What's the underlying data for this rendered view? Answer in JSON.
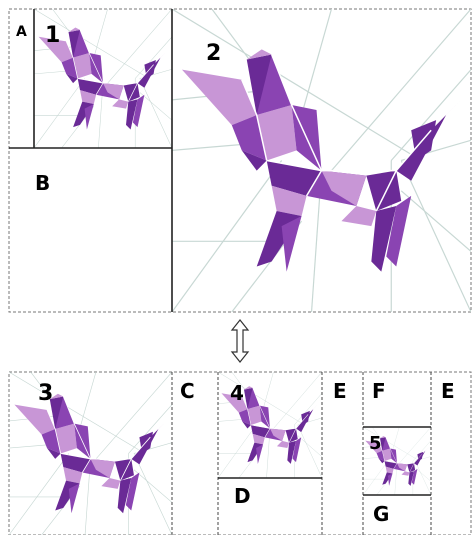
{
  "top": {
    "regions": [
      {
        "key": "A",
        "text": "A"
      },
      {
        "key": "1",
        "text": "1"
      },
      {
        "key": "2",
        "text": "2"
      },
      {
        "key": "B",
        "text": "B"
      }
    ]
  },
  "arrow": {
    "icon": "double-vertical-arrow-icon"
  },
  "bottom": {
    "regions": [
      {
        "key": "3",
        "text": "3"
      },
      {
        "key": "C",
        "text": "C"
      },
      {
        "key": "4",
        "text": "4"
      },
      {
        "key": "E1",
        "text": "E"
      },
      {
        "key": "F",
        "text": "F"
      },
      {
        "key": "E2",
        "text": "E"
      },
      {
        "key": "5",
        "text": "5"
      },
      {
        "key": "D",
        "text": "D"
      },
      {
        "key": "G",
        "text": "G"
      }
    ]
  },
  "colors": {
    "dark": "#6a2a96",
    "mid": "#8a44b2",
    "light": "#c896d6",
    "crease": "#c8d8d4"
  }
}
